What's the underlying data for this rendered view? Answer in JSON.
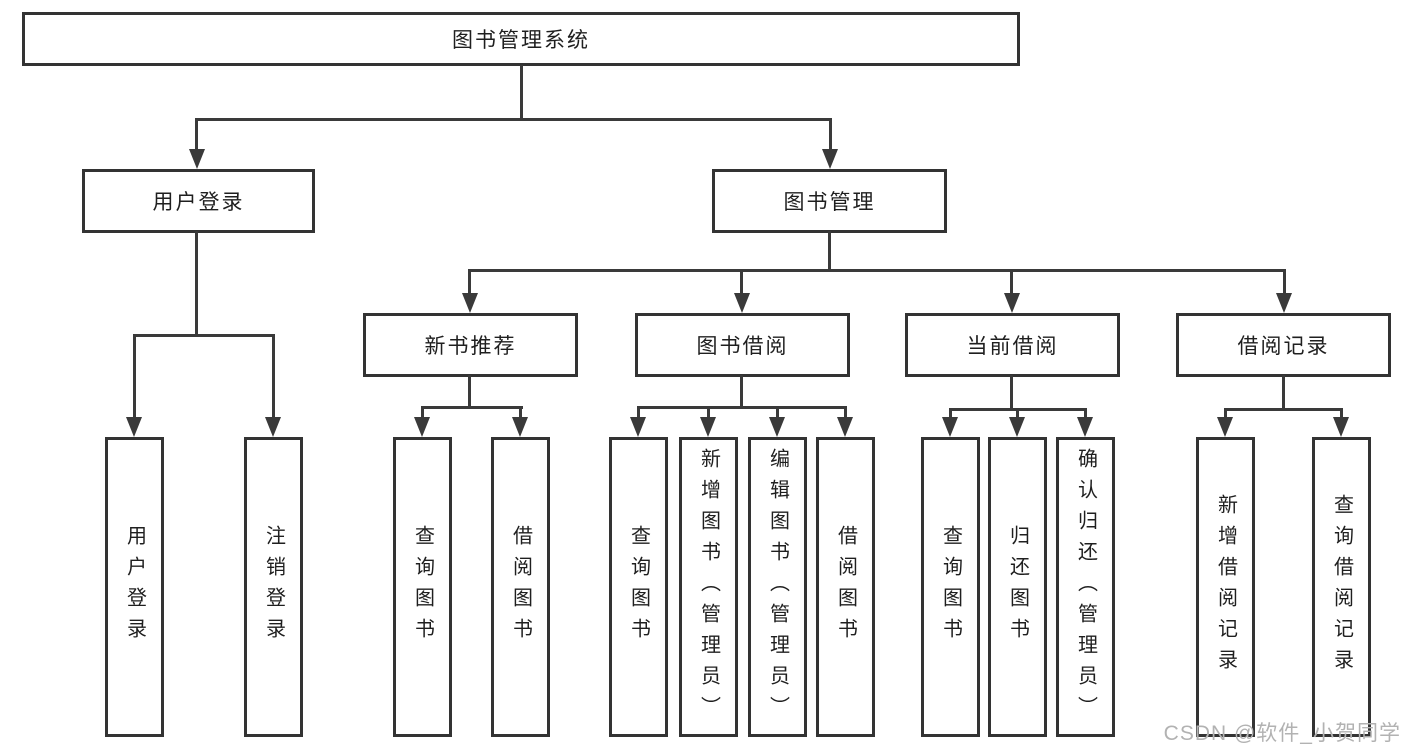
{
  "nodes": {
    "root": {
      "label": "图书管理系统"
    },
    "user_login": {
      "label": "用户登录"
    },
    "book_management": {
      "label": "图书管理"
    },
    "user_login_leaf": {
      "label": "用户登录"
    },
    "logout_leaf": {
      "label": "注销登录"
    },
    "new_book_recommendation": {
      "label": "新书推荐"
    },
    "book_borrowing": {
      "label": "图书借阅"
    },
    "current_borrowing": {
      "label": "当前借阅"
    },
    "borrowing_records": {
      "label": "借阅记录"
    },
    "nbr_query_books": {
      "label": "查询图书"
    },
    "nbr_borrow_books": {
      "label": "借阅图书"
    },
    "bb_query_books": {
      "label": "查询图书"
    },
    "bb_add_books": {
      "label": "新增图书（管理员）"
    },
    "bb_edit_books": {
      "label": "编辑图书（管理员）"
    },
    "bb_borrow_books": {
      "label": "借阅图书"
    },
    "cb_query_books": {
      "label": "查询图书"
    },
    "cb_return_books": {
      "label": "归还图书"
    },
    "cb_confirm_return": {
      "label": "确认归还（管理员）"
    },
    "br_add_record": {
      "label": "新增借阅记录"
    },
    "br_query_record": {
      "label": "查询借阅记录"
    }
  },
  "hierarchy": {
    "root": [
      "user_login",
      "book_management"
    ],
    "user_login": [
      "user_login_leaf",
      "logout_leaf"
    ],
    "book_management": [
      "new_book_recommendation",
      "book_borrowing",
      "current_borrowing",
      "borrowing_records"
    ],
    "new_book_recommendation": [
      "nbr_query_books",
      "nbr_borrow_books"
    ],
    "book_borrowing": [
      "bb_query_books",
      "bb_add_books",
      "bb_edit_books",
      "bb_borrow_books"
    ],
    "current_borrowing": [
      "cb_query_books",
      "cb_return_books",
      "cb_confirm_return"
    ],
    "borrowing_records": [
      "br_add_record",
      "br_query_record"
    ]
  },
  "watermark": {
    "text": "CSDN @软件_小贺同学"
  },
  "colors": {
    "line": "#3a3a3a",
    "box_border": "#333333",
    "text": "#1f1f1f",
    "watermark": "#b2b2b2",
    "background": "#ffffff"
  }
}
